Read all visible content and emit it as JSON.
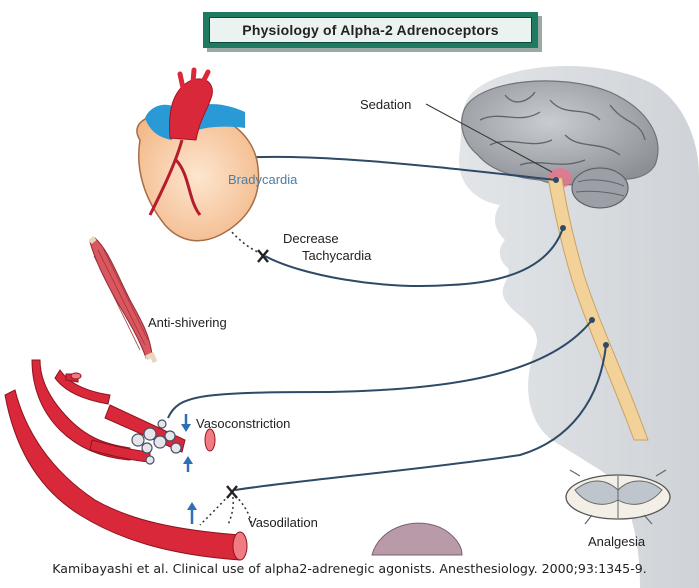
{
  "title": "Physiology of Alpha-2 Adrenoceptors",
  "labels": {
    "sedation": "Sedation",
    "bradycardia": "Bradycardia",
    "decrease": "Decrease",
    "tachycardia": "Tachycardia",
    "anti_shivering": "Anti-shivering",
    "vasoconstriction": "Vasoconstriction",
    "vasodilation": "Vasodilation",
    "analgesia": "Analgesia"
  },
  "citation": "Kamibayashi et al. Clinical use of alpha2-adrenegic agonists. Anesthesiology. 2000;93:1345-9.",
  "colors": {
    "title_frame": "#1f7a61",
    "nerve": "#2e4a66",
    "head_silhouette": "#d9dde0",
    "vessel": "#d8283a",
    "spinal_cord": "#f3d29a",
    "arrow": "#2e6fb5"
  }
}
